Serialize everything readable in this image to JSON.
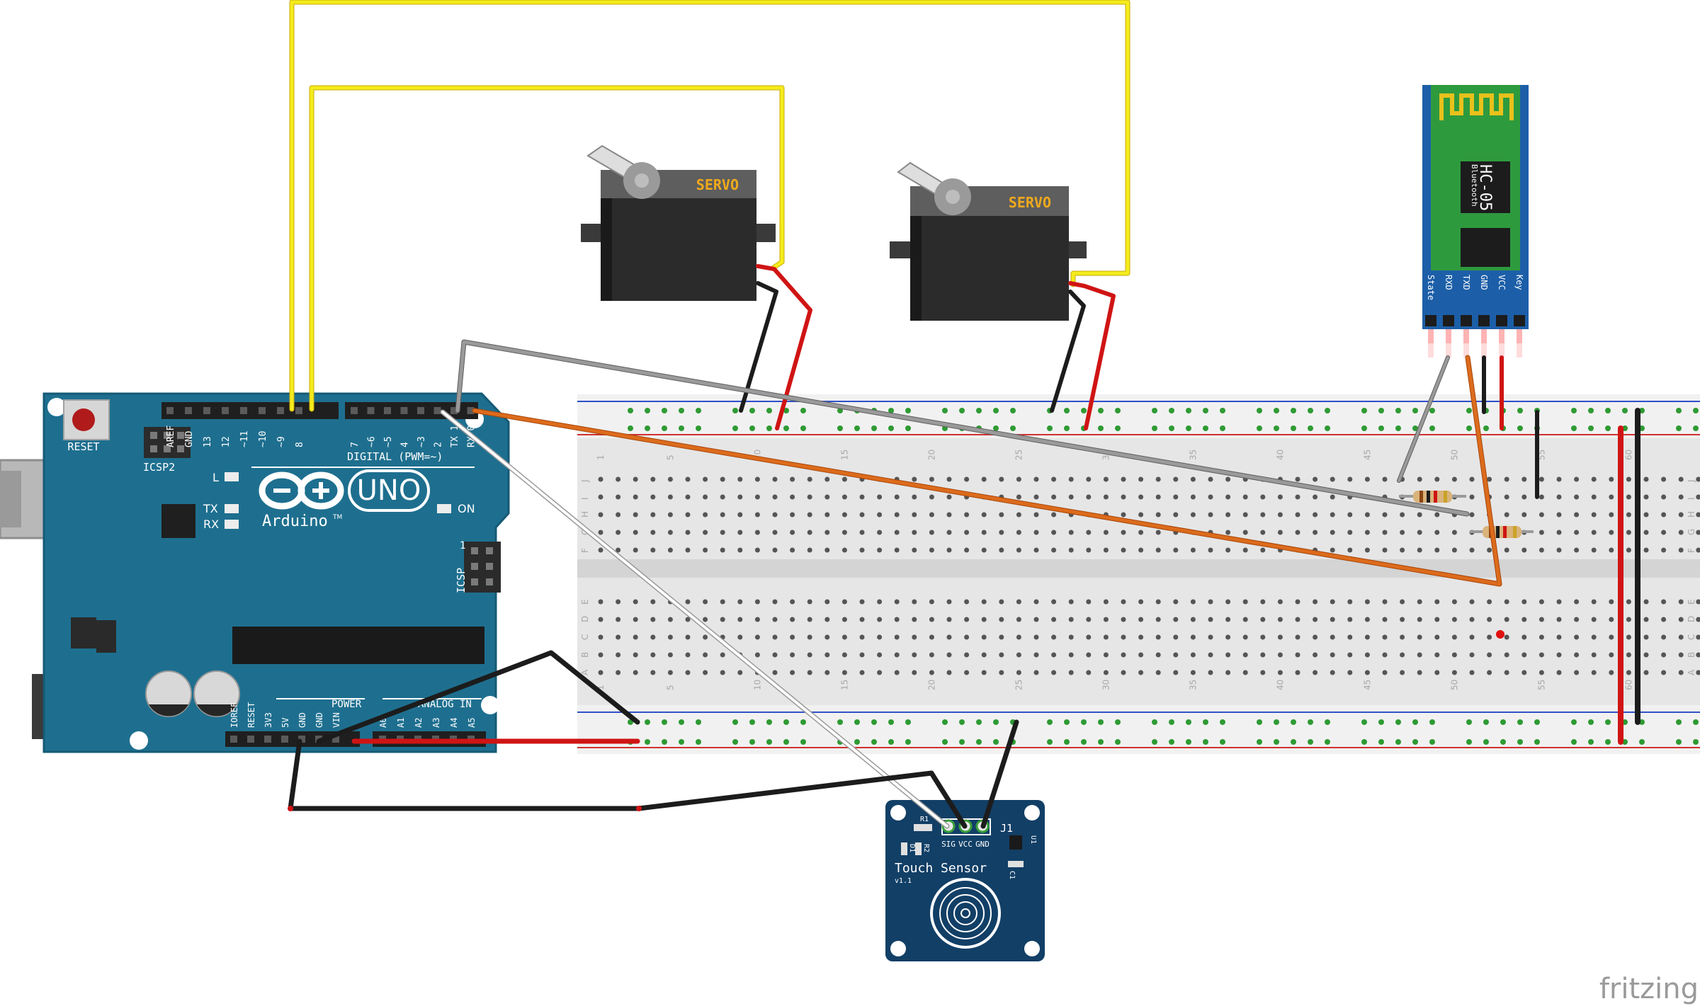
{
  "arduino": {
    "reset_label": "RESET",
    "icsp2_label": "ICSP2",
    "icsp_label": "ICSP",
    "icsp_pin1": "1",
    "uno_label": "UNO",
    "brand_label": "Arduino",
    "tm": "TM",
    "digital_label": "DIGITAL (PWM=~)",
    "power_label": "POWER",
    "analog_label": "ANALOG IN",
    "led_l": "L",
    "led_tx": "TX",
    "led_rx": "RX",
    "led_on": "ON",
    "top_pins": [
      "AREF",
      "GND",
      "13",
      "12",
      "~11",
      "~10",
      "~9",
      "8",
      "7",
      "~6",
      "~5",
      "4",
      "~3",
      "2",
      "TX 1",
      "RX 0"
    ],
    "bottom_pins": [
      "IOREF",
      "RESET",
      "3V3",
      "5V",
      "GND",
      "GND",
      "VIN",
      "A0",
      "A1",
      "A2",
      "A3",
      "A4",
      "A5"
    ]
  },
  "servos": [
    {
      "label": "SERVO"
    },
    {
      "label": "SERVO"
    }
  ],
  "bluetooth": {
    "model": "HC-05",
    "sublabel": "Bluetooth",
    "pins": [
      "State",
      "RXD",
      "TXD",
      "GND",
      "VCC",
      "Key"
    ]
  },
  "touch_sensor": {
    "title": "Touch Sensor",
    "version": "v1.1",
    "pins": [
      "SIG",
      "VCC",
      "GND"
    ],
    "j1": "J1",
    "r1": "R1",
    "r2": "R2",
    "d1": "D1",
    "u1": "U1",
    "c1": "C1"
  },
  "breadboard": {
    "col_numbers": [
      "1",
      "5",
      "10",
      "15",
      "20",
      "25",
      "30",
      "35",
      "40",
      "45",
      "50",
      "55",
      "60"
    ],
    "row_letters_top": [
      "J",
      "I",
      "H",
      "G",
      "F"
    ],
    "row_letters_bottom": [
      "E",
      "D",
      "C",
      "B",
      "A"
    ]
  },
  "footer": {
    "brand": "fritzing"
  },
  "colors": {
    "arduino_blue": "#1e6f8f",
    "servo_body": "#2b2b2b",
    "hc05_blue": "#1c5fa8",
    "hc05_pcb": "#2e9a3e",
    "sensor_blue": "#123f66",
    "wire_yellow": "#f4ec1c",
    "wire_red": "#d01414",
    "wire_black": "#1c1c1c",
    "wire_gray": "#8a8a8a",
    "wire_orange": "#dc6b1c",
    "wire_white": "#ffffff"
  }
}
